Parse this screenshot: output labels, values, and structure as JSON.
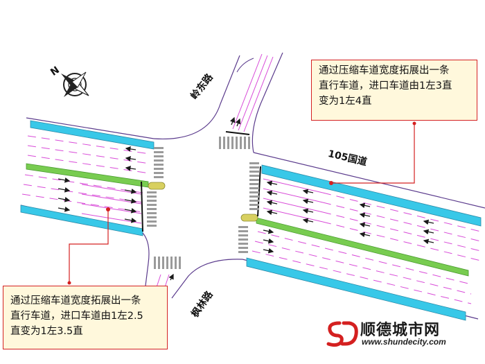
{
  "callouts": {
    "right": {
      "line1": "通过压缩车道宽度拓展出一条",
      "line2": "直行车道，进口车道由1左3直",
      "line3": "变为1左4直"
    },
    "left": {
      "line1": "通过压缩车道宽度拓展出一条",
      "line2": "直行车道，进口车道由1左2.5",
      "line3": "直变为1左3.5直"
    }
  },
  "roads": {
    "north": "岭东路",
    "south": "枫林路",
    "east": "105国道"
  },
  "compass": {
    "label": "N"
  },
  "logo": {
    "name": "顺德城市网",
    "url": "www.shundecity.com"
  },
  "colors": {
    "median_green": "#78cc50",
    "curb_cyan": "#38c8e8",
    "lane_marking": "#d84ad8",
    "road_edge": "#5a3a8c",
    "callout_border": "#d42020",
    "callout_fill": "#fff8dc"
  }
}
